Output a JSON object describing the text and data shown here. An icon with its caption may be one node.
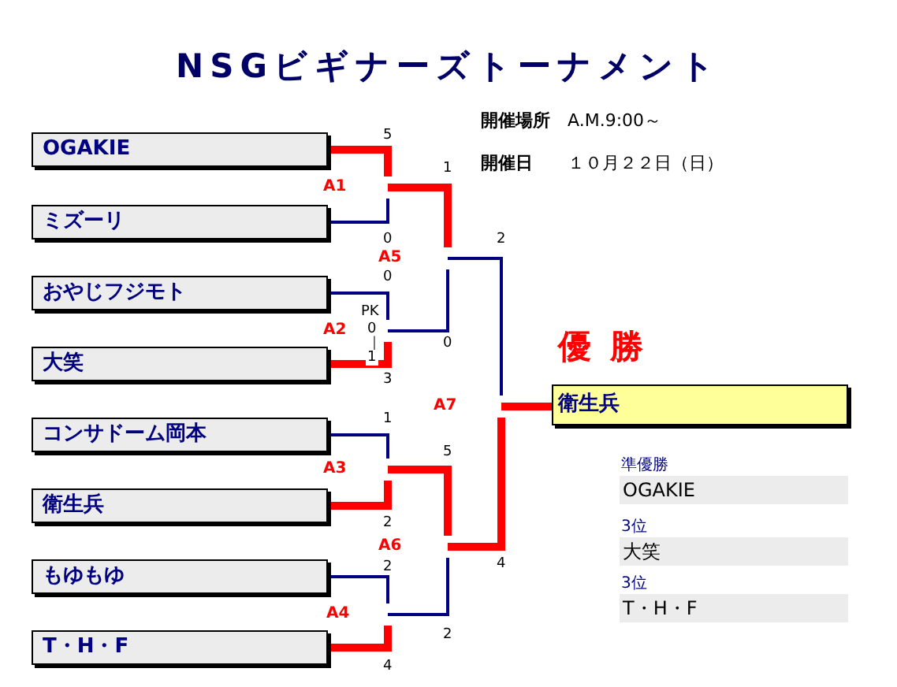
{
  "diagram": {
    "title": "NSGビギナーズトーナメント",
    "nodes": [
      {
        "text": [
          "OGAKIE"
        ]
      },
      {
        "text": [
          "ミズーリ"
        ]
      },
      {
        "text": [
          "おやじフジモト"
        ]
      },
      {
        "text": [
          "大笑"
        ]
      },
      {
        "text": [
          "コンサドーム岡本"
        ]
      },
      {
        "text": [
          "衛生兵"
        ]
      },
      {
        "text": [
          "もゆもゆ"
        ]
      },
      {
        "text": [
          "T・H・F"
        ]
      },
      {
        "text": [
          "A1"
        ]
      },
      {
        "text": [
          "A2"
        ]
      },
      {
        "text": [
          "A3"
        ]
      },
      {
        "text": [
          "A4"
        ]
      },
      {
        "text": [
          "A5"
        ]
      },
      {
        "text": [
          "A6"
        ]
      },
      {
        "text": [
          "A7"
        ]
      },
      {
        "text": [
          "優勝",
          "衛生兵"
        ]
      }
    ],
    "edges": [
      {
        "from": 0,
        "to": 8,
        "arrow": "none",
        "label": "5"
      },
      {
        "from": 1,
        "to": 8,
        "arrow": "none",
        "label": "0",
        "color": "#000080"
      },
      {
        "from": 2,
        "to": 9,
        "arrow": "none",
        "label": "0",
        "color": "#000080"
      },
      {
        "from": 3,
        "to": 9,
        "arrow": "none",
        "label": "3"
      },
      {
        "from": 4,
        "to": 10,
        "arrow": "none",
        "label": "1",
        "color": "#000080"
      },
      {
        "from": 5,
        "to": 10,
        "arrow": "none",
        "label": "2"
      },
      {
        "from": 6,
        "to": 11,
        "arrow": "none",
        "label": "2",
        "color": "#000080"
      },
      {
        "from": 7,
        "to": 11,
        "arrow": "none",
        "label": "4"
      },
      {
        "from": 8,
        "to": 12,
        "arrow": "none",
        "label": "1"
      },
      {
        "from": 9,
        "to": 12,
        "arrow": "none",
        "label": "0",
        "color": "#000080"
      },
      {
        "from": 10,
        "to": 13,
        "arrow": "none",
        "label": "5"
      },
      {
        "from": 11,
        "to": 13,
        "arrow": "none",
        "label": "2",
        "color": "#000080"
      },
      {
        "from": 12,
        "to": 14,
        "arrow": "none",
        "label": "2",
        "color": "#000080"
      },
      {
        "from": 13,
        "to": 14,
        "arrow": "none",
        "label": "4"
      },
      {
        "from": 14,
        "to": 15,
        "arrow": "none"
      }
    ],
    "labels": [
      "開催場所",
      "A.M.9:00～",
      "開催日",
      "１０月２２日（日）",
      "PK",
      "0",
      "｜",
      "1",
      "準優勝",
      "OGAKIE",
      "3位",
      "大笑",
      "3位",
      "T・H・F"
    ]
  }
}
